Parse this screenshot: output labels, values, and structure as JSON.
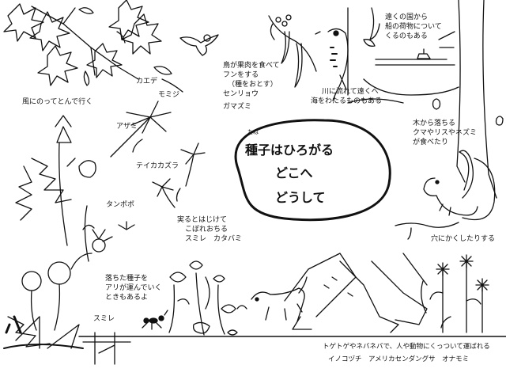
{
  "title": {
    "ruby": "たね",
    "line1": "種子はひろがる",
    "line2": "どこへ",
    "line3": "どうして"
  },
  "labels": {
    "wind": "風にのってとんで行く",
    "kaede": "カエデ",
    "momiji": "モミジ",
    "azami": "アザミ",
    "teikakazura": "テイカカズラ",
    "tanpopo": "タンポポ",
    "bird": [
      "鳥が果肉を食べて",
      "フンをする",
      "（種をおとす）",
      "センリョウ",
      "ガマズミ"
    ],
    "sea": [
      "遠くの国から",
      "船の荷物について",
      "くるのもある"
    ],
    "river": [
      "川に流れて遠くへ",
      "海をわたるものもある"
    ],
    "tree": [
      "木から落ちる",
      "クマやリスやネズミ",
      "が食べたり"
    ],
    "hole": "穴にかくしたりする",
    "burst": [
      "実るとはじけて",
      "こぼれおちる",
      "スミレ　カタバミ"
    ],
    "ant": [
      "落ちた種子を",
      "アリが運んでいく",
      "ときもあるよ"
    ],
    "sumire": "スミレ",
    "hitch": "トゲトゲやネバネバで、人や動物にくっついて運ばれる",
    "hitch_plants": "イノコヅチ　アメリカセンダングサ　オナモミ"
  }
}
